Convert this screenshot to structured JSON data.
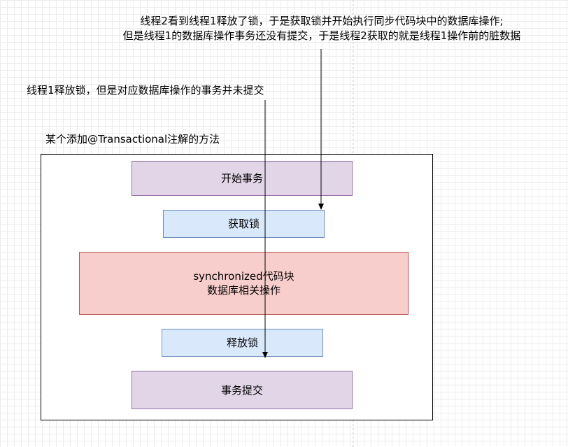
{
  "annotations": {
    "thread2_line1": "线程2看到线程1释放了锁，于是获取锁并开始执行同步代码块中的数据库操作;",
    "thread2_line2": "但是线程1的数据库操作事务还没有提交，于是线程2获取的就是线程1操作前的脏数据",
    "thread1": "线程1释放锁，但是对应数据库操作的事务并未提交"
  },
  "method": {
    "label": "某个添加@Transactional注解的方法"
  },
  "steps": {
    "begin_tx": "开始事务",
    "acquire_lock": "获取锁",
    "sync_block_line1": "synchronized代码块",
    "sync_block_line2": "数据库相关操作",
    "release_lock": "释放锁",
    "commit_tx": "事务提交"
  },
  "colors": {
    "purple_fill": "#e1d5e7",
    "blue_fill": "#dae8fc",
    "red_fill": "#f8cecc"
  }
}
